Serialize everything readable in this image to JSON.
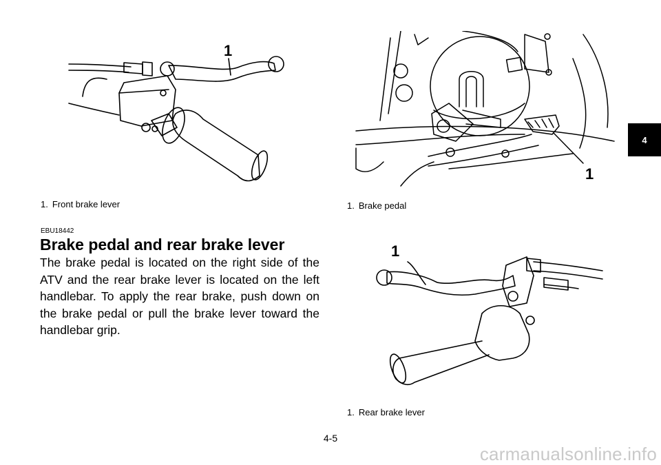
{
  "figures": {
    "front_lever": {
      "callout": "1",
      "caption_num": "1.",
      "caption_text": "Front brake lever"
    },
    "brake_pedal": {
      "callout": "1",
      "caption_num": "1.",
      "caption_text": "Brake pedal"
    },
    "rear_lever": {
      "callout": "1",
      "caption_num": "1.",
      "caption_text": "Rear brake lever"
    }
  },
  "section": {
    "code": "EBU18442",
    "title": "Brake pedal and rear brake lever",
    "body": "The brake pedal is located on the right side of the ATV and the rear brake lever is located on the left handlebar. To apply the rear brake, push down on the brake pedal or pull the brake lever toward the handlebar grip."
  },
  "chapter_tab": "4",
  "page_number": "4-5",
  "watermark": "carmanualsonline.info"
}
